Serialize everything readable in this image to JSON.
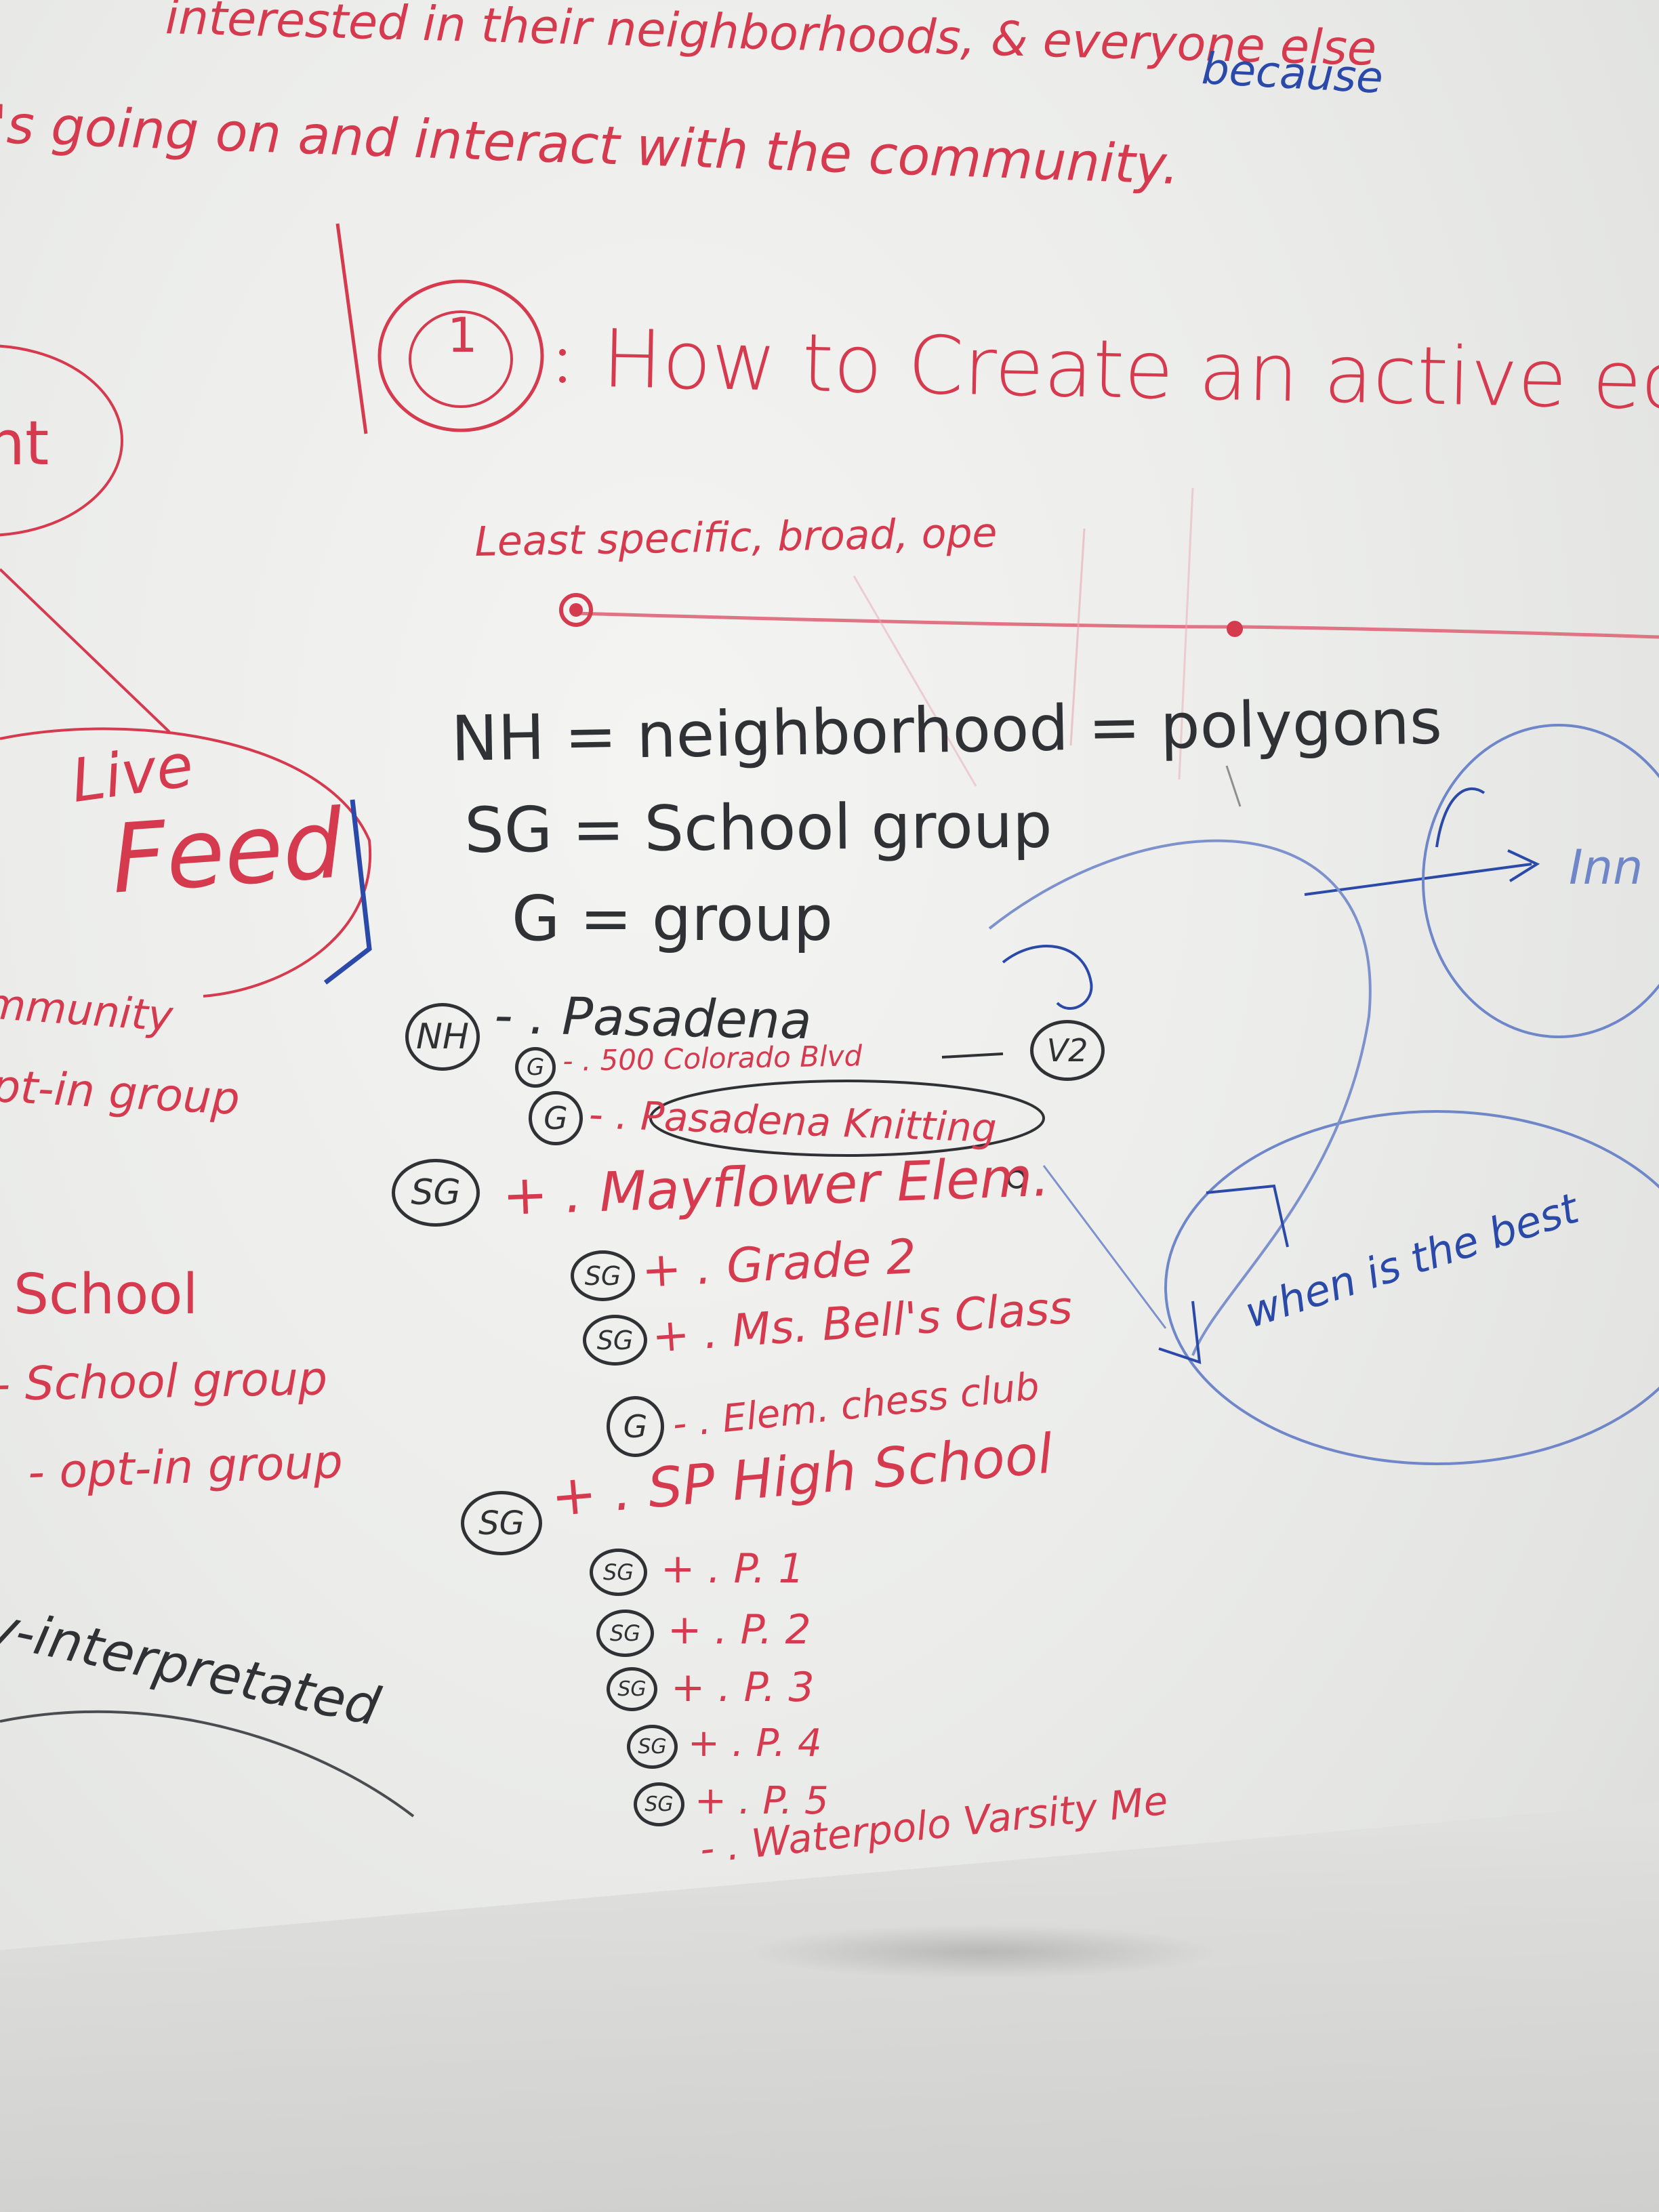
{
  "board": {
    "top_lines": [
      "interested in their neighborhoods, & everyone else",
      "because",
      "'s going on and interact with the community."
    ],
    "heading_marker": "1",
    "heading": "How to Create an active eco",
    "spectrum_label": "Least specific, broad, ope",
    "legend": [
      "NH = neighborhood = polygons",
      "SG = School group",
      "G = group"
    ],
    "left_items": [
      "nt",
      "Live",
      "Feed",
      "mmunity",
      "pt-in group",
      "School",
      "- School group",
      "- opt-in group",
      "y-interpretated"
    ],
    "tree": [
      {
        "tag": "NH",
        "text": "- . Pasadena"
      },
      {
        "tag": "G",
        "text": "- . 500 Colorado Blvd"
      },
      {
        "tag": "V2",
        "text": ""
      },
      {
        "tag": "G",
        "text": "- . Pasadena Knitting"
      },
      {
        "tag": "SG",
        "text": "+ . Mayflower Elem."
      },
      {
        "tag": "SG",
        "text": "+ . Grade 2"
      },
      {
        "tag": "SG",
        "text": "+ . Ms. Bell's Class"
      },
      {
        "tag": "G",
        "text": "- . Elem. chess club"
      },
      {
        "tag": "SG",
        "text": "+ . SP High School"
      },
      {
        "tag": "SG",
        "text": "+ . P. 1"
      },
      {
        "tag": "SG",
        "text": "+ . P. 2"
      },
      {
        "tag": "SG",
        "text": "+ . P. 3"
      },
      {
        "tag": "SG",
        "text": "+ . P. 4"
      },
      {
        "tag": "SG",
        "text": "+ . P. 5"
      },
      {
        "tag": "",
        "text": "- . Waterpolo Varsity Me"
      }
    ],
    "right_items": [
      "Inn",
      "when is the best"
    ]
  },
  "colors": {
    "red_marker": "#d63a4f",
    "black_marker": "#2f3134",
    "blue_marker": "#2a49a8",
    "board": "#ecedeb"
  }
}
